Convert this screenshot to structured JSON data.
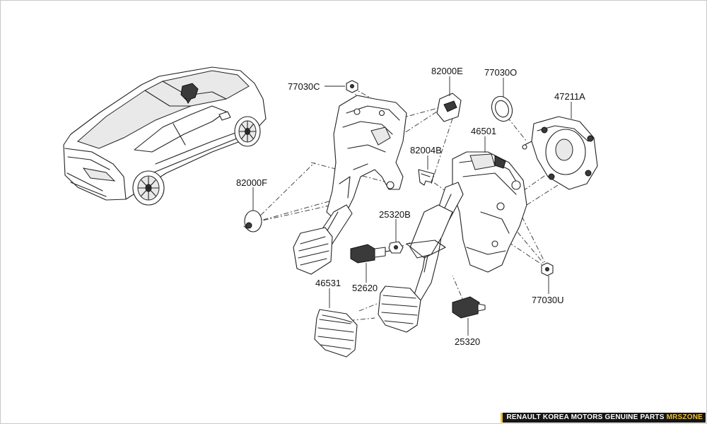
{
  "part_labels": {
    "p77030C": "77030C",
    "p82000E": "82000E",
    "p77030O": "77030O",
    "p47211A": "47211A",
    "p46501": "46501",
    "p82004B": "82004B",
    "p82000F": "82000F",
    "p25320B": "25320B",
    "p46531": "46531",
    "p52620": "52620",
    "p25320": "25320",
    "p77030U": "77030U"
  },
  "footer": {
    "text": "RENAULT KOREA MOTORS GENUINE PARTS ",
    "brand": "MRSZONE"
  },
  "colors": {
    "line": "#222222",
    "background": "#ffffff",
    "footer_bg": "#151515",
    "footer_brand": "#f0c030"
  }
}
